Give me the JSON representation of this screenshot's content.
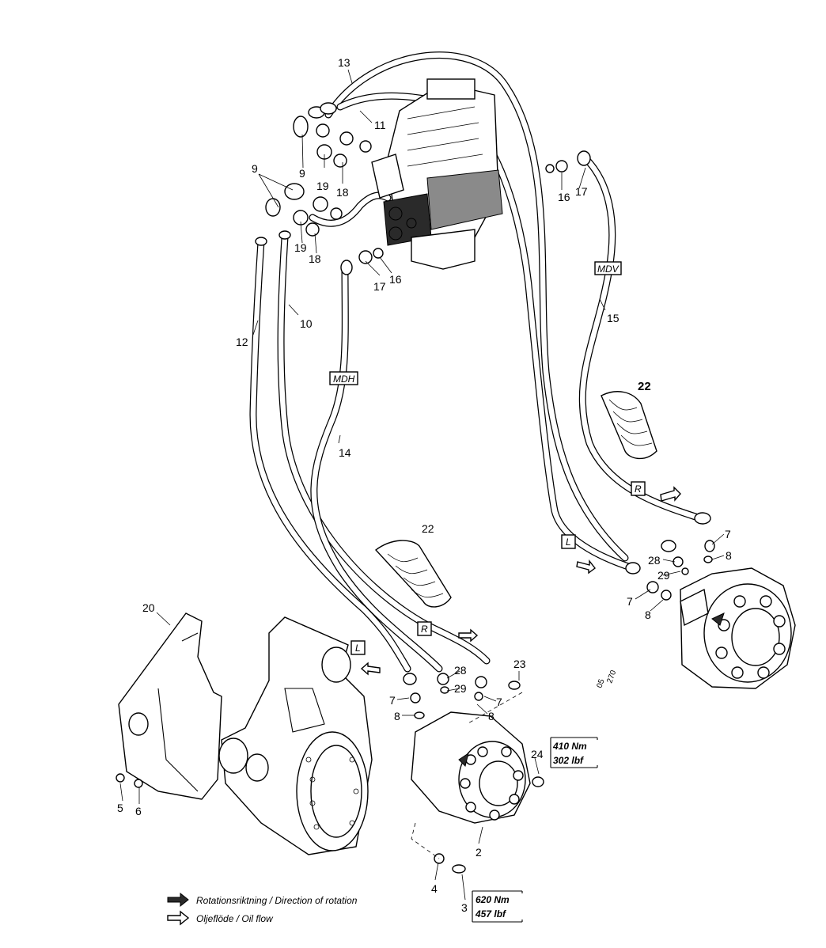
{
  "callouts": {
    "c2": "2",
    "c3": "3",
    "c4": "4",
    "c5": "5",
    "c6": "6",
    "c7": "7",
    "c8": "8",
    "c9": "9",
    "c10": "10",
    "c11": "11",
    "c12": "12",
    "c13": "13",
    "c14": "14",
    "c15": "15",
    "c16": "16",
    "c17": "17",
    "c18": "18",
    "c19": "19",
    "c20": "20",
    "c22": "22",
    "c23": "23",
    "c24": "24",
    "c28": "28",
    "c29": "29"
  },
  "hose_labels": {
    "mdh": "MDH",
    "mdv": "MDV",
    "r": "R",
    "l": "L"
  },
  "torque": {
    "bolt24_nm": "410 Nm",
    "bolt24_lbf": "302 lbf",
    "bolt3_nm": "620 Nm",
    "bolt3_lbf": "457 lbf"
  },
  "legend": {
    "rotation": "Rotationsriktning / Direction of rotation",
    "oil_flow": "Oljeflöde / Oil flow"
  },
  "drawing_ref": {
    "num": "05",
    "den": "270"
  }
}
